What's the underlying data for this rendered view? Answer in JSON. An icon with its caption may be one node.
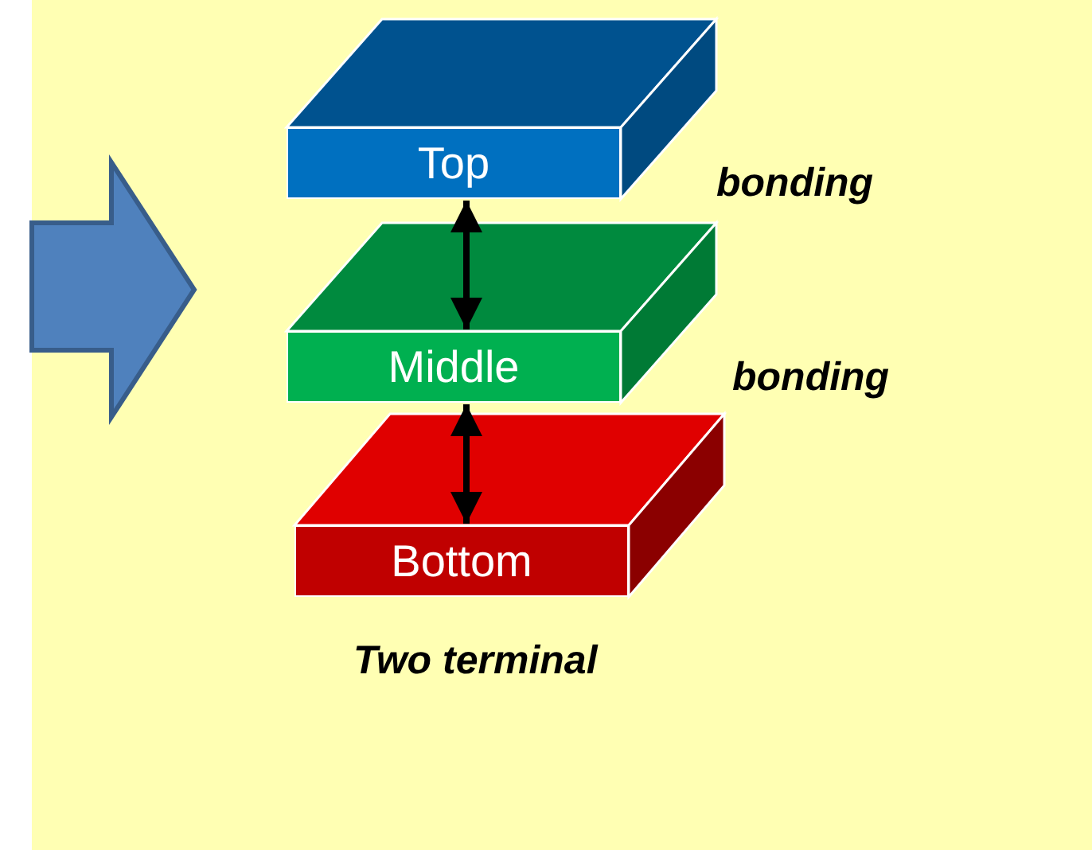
{
  "diagram": {
    "nodes": [
      {
        "text": [
          "Top"
        ]
      },
      {
        "text": [
          "Middle"
        ]
      },
      {
        "text": [
          "Bottom"
        ]
      }
    ],
    "edges": [
      {
        "from": 0,
        "to": 1,
        "arrow": "both"
      },
      {
        "from": 1,
        "to": 2,
        "arrow": "both"
      }
    ],
    "labels": [
      "bonding",
      "bonding",
      "Two terminal"
    ]
  }
}
